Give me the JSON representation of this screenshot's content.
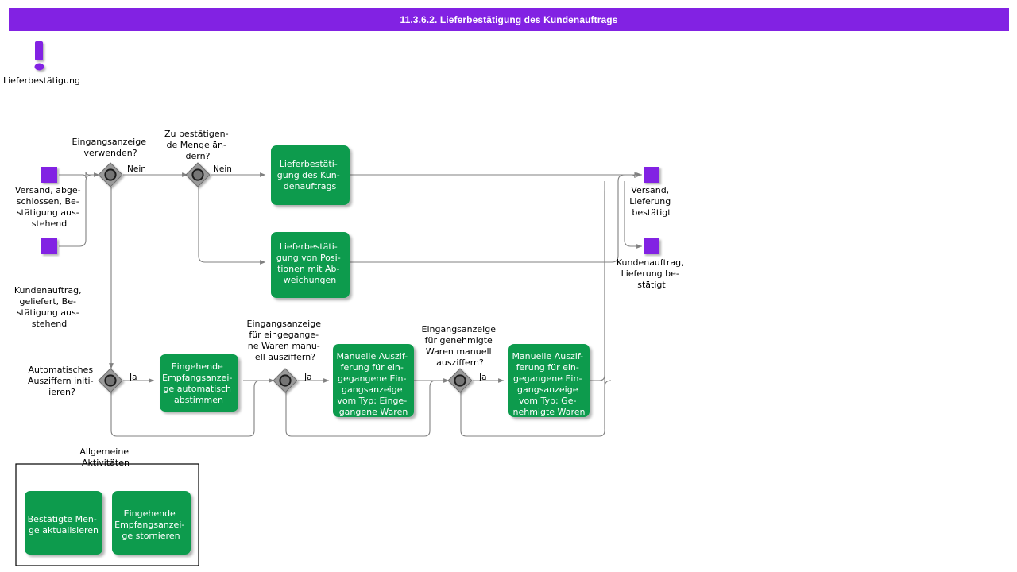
{
  "title": {
    "text": "11.3.6.2. Lieferbestätigung des Kundenauftrags"
  },
  "colors": {
    "title_bar": "#8222E3",
    "event_purple": "#8222E3",
    "activity_green": "#0E9B4E",
    "gateway_gray": "#9A9A9A",
    "connector_gray": "#808080"
  },
  "legend": {
    "icon": "exclamation-mark-icon",
    "label": "Lieferbestätigung"
  },
  "start_events": [
    {
      "id": "start-versand",
      "label": "Versand, abge-\nschlossen, Be-\nstätigung aus-\nstehend",
      "lines": [
        "Versand, abge-",
        "schlossen, Be-",
        "stätigung aus-",
        "stehend"
      ]
    },
    {
      "id": "start-kundenauftrag",
      "label": "Kundenauftrag,\ngeliefert, Be-\nstätigung aus-\nstehend",
      "lines": [
        "Kundenauftrag,",
        "geliefert, Be-",
        "stätigung aus-",
        "stehend"
      ]
    }
  ],
  "end_events": [
    {
      "id": "end-versand-bestaetigt",
      "lines": [
        "Versand,",
        "Lieferung",
        "bestätigt"
      ]
    },
    {
      "id": "end-kundenauftrag-bestaetigt",
      "lines": [
        "Kundenauftrag,",
        "Lieferung be-",
        "stätigt"
      ]
    }
  ],
  "gateways": [
    {
      "id": "gw-eingangsanzeige-verwenden",
      "question_lines": [
        "Eingangsanzeige",
        "verwenden?"
      ],
      "branch_label": "Nein"
    },
    {
      "id": "gw-menge-aendern",
      "question_lines": [
        "Zu bestätigen-",
        "de Menge än-",
        "dern?"
      ],
      "branch_label": "Nein"
    },
    {
      "id": "gw-automatisches-ausziffern",
      "question_lines": [
        "Automatisches",
        "Ausziffern initi-",
        "ieren?"
      ],
      "branch_label": "Ja"
    },
    {
      "id": "gw-eingegangene-waren-manuell",
      "question_lines": [
        "Eingangsanzeige",
        "für eingegange-",
        "ne Waren manu-",
        "ell ausziffern?"
      ],
      "branch_label": "Ja"
    },
    {
      "id": "gw-genehmigte-waren-manuell",
      "question_lines": [
        "Eingangsanzeige",
        "für genehmigte",
        "Waren manuell",
        "ausziffern?"
      ],
      "branch_label": "Ja"
    }
  ],
  "activities": [
    {
      "id": "act-lieferbestaetigung-kundenauftrag",
      "lines": [
        "Lieferbestäti-",
        "gung des Kun-",
        "denauftrags"
      ]
    },
    {
      "id": "act-lieferbestaetigung-abweichungen",
      "lines": [
        "Lieferbestäti-",
        "gung von Posi-",
        "tionen mit Ab-",
        "weichungen"
      ]
    },
    {
      "id": "act-empfangsanzeige-abstimmen",
      "lines": [
        "Eingehende",
        "Empfangsanzei-",
        "ge automatisch",
        "abstimmen"
      ]
    },
    {
      "id": "act-manuelle-ausziffer-eingegangene",
      "lines": [
        "Manuelle Auszif-",
        "ferung für ein-",
        "gegangene Ein-",
        "gangsanzeige",
        "vom Typ: Einge-",
        "gangene Waren"
      ]
    },
    {
      "id": "act-manuelle-ausziffer-genehmigte",
      "lines": [
        "Manuelle Auszif-",
        "ferung für ein-",
        "gegangene Ein-",
        "gangsanzeige",
        "vom Typ: Ge-",
        "nehmigte Waren"
      ]
    }
  ],
  "group": {
    "id": "group-allgemeine-aktivitaeten",
    "title_lines": [
      "Allgemeine",
      "Aktivitäten"
    ],
    "activities": [
      {
        "id": "act-bestaetigte-menge-aktualisieren",
        "lines": [
          "Bestätigte Men-",
          "ge aktualisieren"
        ]
      },
      {
        "id": "act-empfangsanzeige-stornieren",
        "lines": [
          "Eingehende",
          "Empfangsanzei-",
          "ge stornieren"
        ]
      }
    ]
  }
}
